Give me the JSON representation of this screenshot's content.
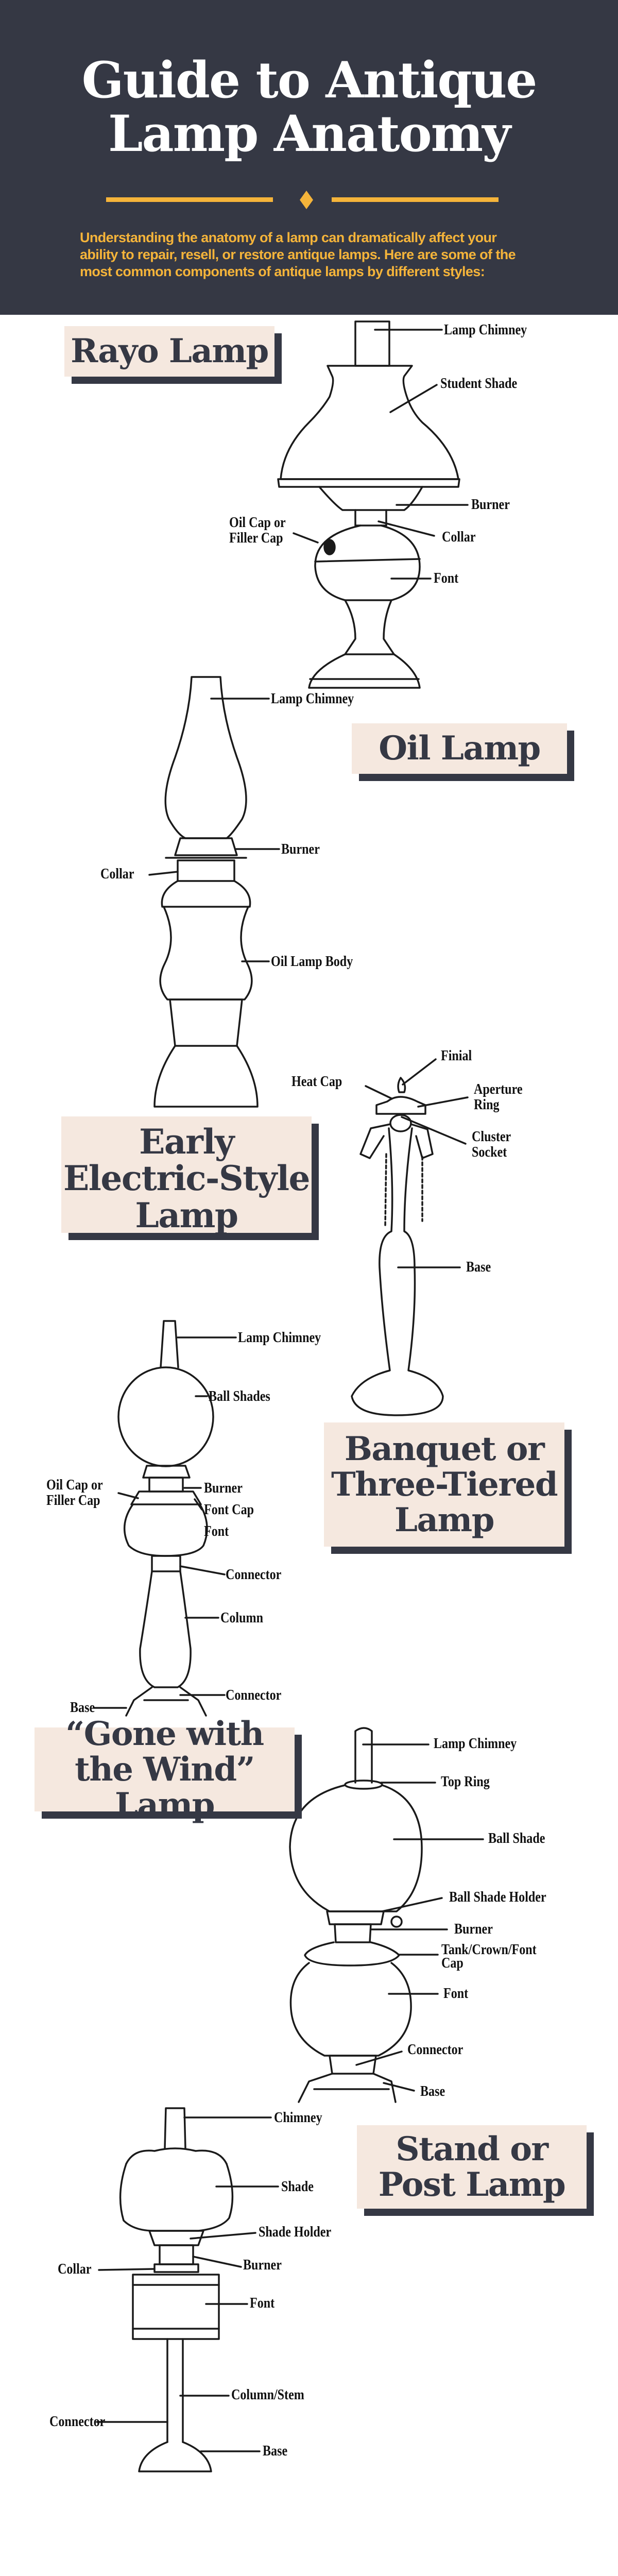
{
  "header": {
    "title_line1": "Guide to Antique",
    "title_line2": "Lamp Anatomy",
    "intro": "Understanding the anatomy of a lamp can dramatically affect your ability to repair, resell, or restore antique lamps. Here are some of the most common components of antique lamps by different styles:"
  },
  "colors": {
    "header_bg": "#353844",
    "accent": "#f5b43a",
    "title_box": "#f5e8df",
    "box_shadow": "#353844"
  },
  "lamps": {
    "rayo": {
      "title": "Rayo Lamp",
      "labels": {
        "chimney": "Lamp Chimney",
        "shade": "Student Shade",
        "burner": "Burner",
        "oil_cap": "Oil Cap or Filler Cap",
        "collar": "Collar",
        "font": "Font"
      }
    },
    "oil": {
      "title": "Oil Lamp",
      "labels": {
        "chimney": "Lamp Chimney",
        "burner": "Burner",
        "collar": "Collar",
        "body": "Oil Lamp Body"
      }
    },
    "electric": {
      "title": "Early Electric-Style Lamp",
      "labels": {
        "finial": "Finial",
        "heat_cap": "Heat Cap",
        "aperture": "Aperture Ring",
        "cluster": "Cluster Socket",
        "base": "Base"
      }
    },
    "banquet": {
      "title": "Banquet or Three-Tiered Lamp",
      "labels": {
        "chimney": "Lamp Chimney",
        "shades": "Ball Shades",
        "oil_cap": "Oil Cap or Filler Cap",
        "burner": "Burner",
        "font_cap": "Font Cap",
        "font": "Font",
        "connector1": "Connector",
        "column": "Column",
        "connector2": "Connector",
        "base": "Base"
      }
    },
    "gwtw": {
      "title": "“Gone with the Wind” Lamp",
      "labels": {
        "chimney": "Lamp Chimney",
        "top_ring": "Top Ring",
        "ball_shade": "Ball Shade",
        "holder": "Ball Shade Holder",
        "burner": "Burner",
        "tank": "Tank/Crown/Font Cap",
        "font": "Font",
        "connector": "Connector",
        "base": "Base"
      }
    },
    "stand": {
      "title": "Stand or Post Lamp",
      "labels": {
        "chimney": "Chimney",
        "shade": "Shade",
        "holder": "Shade Holder",
        "collar": "Collar",
        "burner": "Burner",
        "font": "Font",
        "connector": "Connector",
        "column": "Column/Stem",
        "base": "Base"
      }
    }
  }
}
